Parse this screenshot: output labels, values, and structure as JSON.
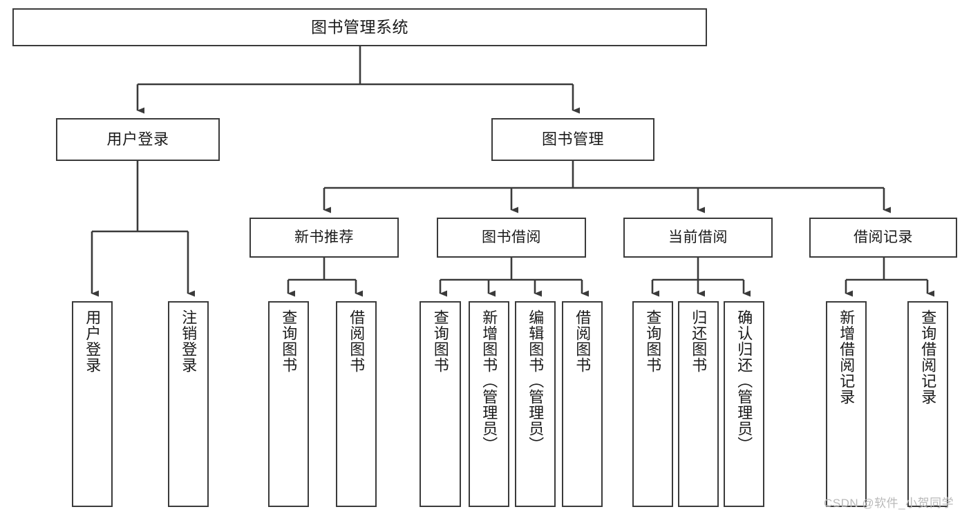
{
  "diagram": {
    "title": "图书管理系统",
    "watermark": "CSDN @软件_小贺同学",
    "colors": {
      "stroke": "#3a3a3a",
      "fill": "#ffffff",
      "text": "#1a1a1a",
      "watermark": "#b9b9b9"
    }
  },
  "nodes": {
    "root": {
      "label": "图书管理系统"
    },
    "level1": [
      {
        "label": "用户登录"
      },
      {
        "label": "图书管理"
      }
    ],
    "level2": [
      {
        "label": "新书推荐"
      },
      {
        "label": "图书借阅"
      },
      {
        "label": "当前借阅"
      },
      {
        "label": "借阅记录"
      }
    ],
    "leaves": {
      "user_login": [
        {
          "label": "用户登录"
        },
        {
          "label": "注销登录"
        }
      ],
      "new_book": [
        {
          "label": "查询图书"
        },
        {
          "label": "借阅图书"
        }
      ],
      "book_borrow": [
        {
          "label": "查询图书"
        },
        {
          "label": "新增图书（管理员）"
        },
        {
          "label": "编辑图书（管理员）"
        },
        {
          "label": "借阅图书"
        }
      ],
      "current_borrow": [
        {
          "label": "查询图书"
        },
        {
          "label": "归还图书"
        },
        {
          "label": "确认归还（管理员）"
        }
      ],
      "borrow_record": [
        {
          "label": "新增借阅记录"
        },
        {
          "label": "查询借阅记录"
        }
      ]
    }
  }
}
